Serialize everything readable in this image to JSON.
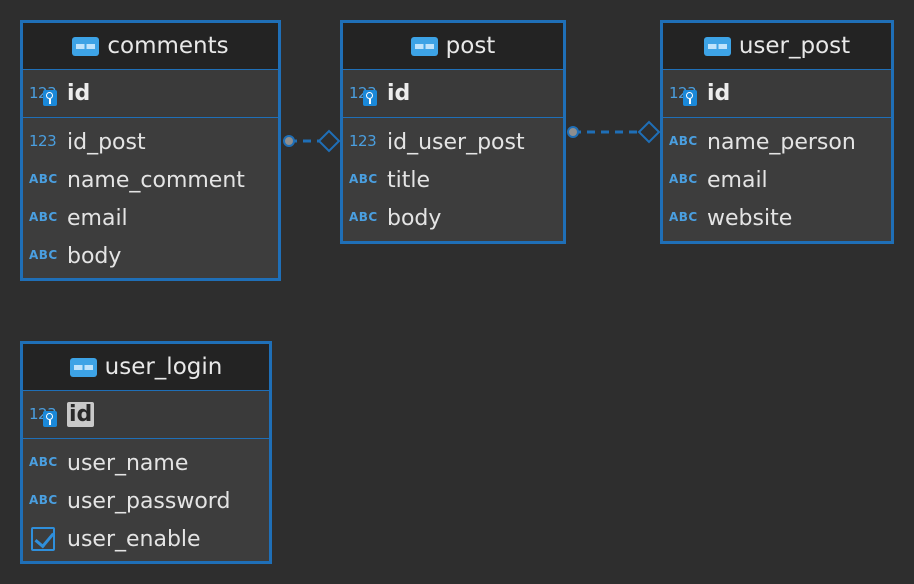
{
  "colors": {
    "background": "#2e2e2e",
    "entity_border": "#1f6fb7",
    "entity_header_bg": "#232323",
    "entity_body_bg": "#3d3d3d",
    "icon_blue": "#3da3e6",
    "text": "#e4e4e4"
  },
  "entities": {
    "comments": {
      "name": "comments",
      "icon": "table-icon",
      "pk": {
        "name": "id",
        "type_label": "123",
        "icon": "key-icon"
      },
      "fields": [
        {
          "name": "id_post",
          "type_label": "123"
        },
        {
          "name": "name_comment",
          "type_label": "ABC"
        },
        {
          "name": "email",
          "type_label": "ABC"
        },
        {
          "name": "body",
          "type_label": "ABC"
        }
      ]
    },
    "post": {
      "name": "post",
      "icon": "table-icon",
      "pk": {
        "name": "id",
        "type_label": "123",
        "icon": "key-icon"
      },
      "fields": [
        {
          "name": "id_user_post",
          "type_label": "123"
        },
        {
          "name": "title",
          "type_label": "ABC"
        },
        {
          "name": "body",
          "type_label": "ABC"
        }
      ]
    },
    "user_post": {
      "name": "user_post",
      "icon": "table-icon",
      "pk": {
        "name": "id",
        "type_label": "123",
        "icon": "key-icon"
      },
      "fields": [
        {
          "name": "name_person",
          "type_label": "ABC"
        },
        {
          "name": "email",
          "type_label": "ABC"
        },
        {
          "name": "website",
          "type_label": "ABC"
        }
      ]
    },
    "user_login": {
      "name": "user_login",
      "icon": "table-icon",
      "pk": {
        "name": "id",
        "type_label": "123",
        "icon": "key-icon",
        "selected": true
      },
      "fields": [
        {
          "name": "user_name",
          "type_label": "ABC"
        },
        {
          "name": "user_password",
          "type_label": "ABC"
        },
        {
          "name": "user_enable",
          "type_label": "",
          "icon": "checkbox-icon"
        }
      ]
    }
  },
  "relationships": [
    {
      "from": "comments.id_post",
      "to": "post.id",
      "style": "dashed"
    },
    {
      "from": "post.id_user_post",
      "to": "user_post.id",
      "style": "dashed"
    }
  ]
}
